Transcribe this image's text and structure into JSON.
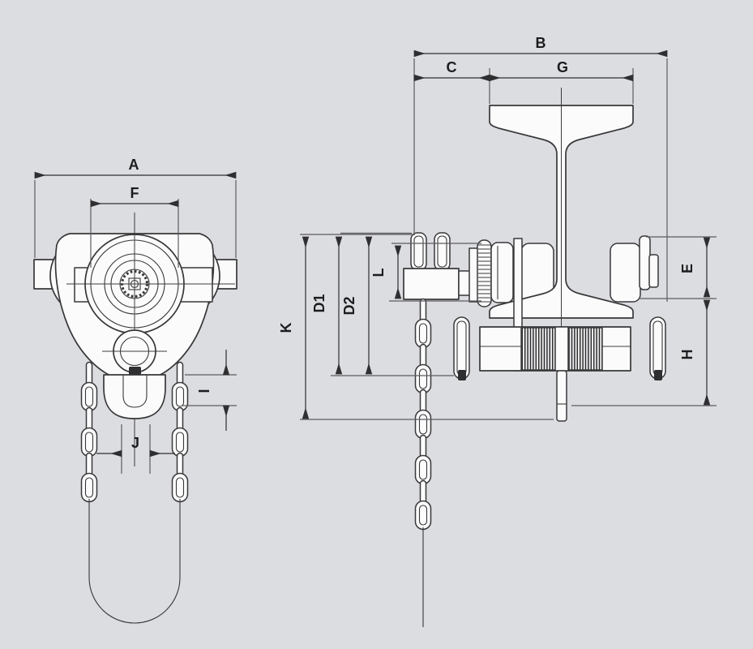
{
  "page": {
    "background": "#dcdde0"
  },
  "drawing": {
    "colors": {
      "line": "#38383a",
      "fill": "#fbfbfc",
      "background": "#dcdde0"
    },
    "front_view": {
      "dims": {
        "A": "A",
        "F": "F",
        "I": "I",
        "J": "J"
      }
    },
    "side_view": {
      "dims": {
        "B": "B",
        "C": "C",
        "G": "G",
        "K": "K",
        "D1": "D1",
        "D2": "D2",
        "L": "L",
        "E": "E",
        "H": "H"
      }
    }
  }
}
